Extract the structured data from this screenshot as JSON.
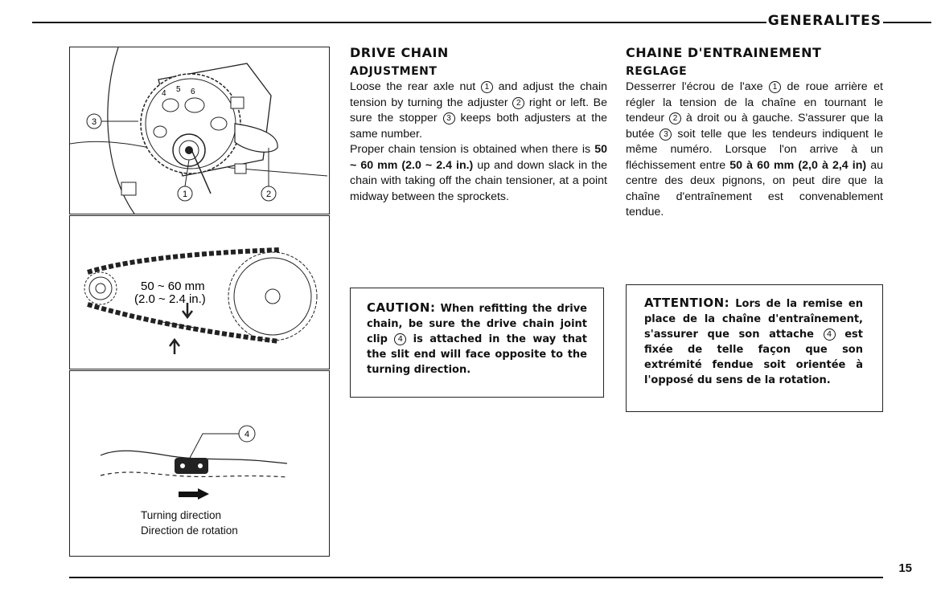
{
  "header": {
    "section": "GENERALITES"
  },
  "figures": {
    "adjuster": {
      "num1": "1",
      "num2": "2",
      "num3": "3",
      "scale": [
        "4",
        "5",
        "6"
      ]
    },
    "chain": {
      "slack_line1": "50 ~ 60 mm",
      "slack_line2": "(2.0 ~ 2.4 in.)"
    },
    "clip": {
      "num4": "4",
      "caption_en": "Turning direction",
      "caption_fr": "Direction de rotation"
    }
  },
  "english": {
    "title": "DRIVE CHAIN",
    "subtitle": "ADJUSTMENT",
    "p1_a": "Loose the rear axle nut ",
    "c1": "1",
    "p1_b": " and adjust the chain tension by turning the adjuster ",
    "c2": "2",
    "p1_c": " right or left. Be sure the stopper ",
    "c3": "3",
    "p1_d": " keeps both adjusters at the same number.",
    "p2_a": "Proper chain tension is obtained when there is ",
    "p2_b": "50 ~ 60 mm (2.0 ~ 2.4 in.)",
    "p2_c": " up and down slack in the chain with taking off the chain tensioner, at a point midway between the sprockets.",
    "caution_lead": "CAUTION:",
    "caution_a": " When refitting the drive chain, be sure the drive chain joint clip ",
    "c4": "4",
    "caution_b": " is attached in the way that the slit end will face opposite to the turning direction."
  },
  "french": {
    "title": "CHAINE D'ENTRAINEMENT",
    "subtitle": "REGLAGE",
    "p1_a": "Desserrer l'écrou de l'axe ",
    "c1": "1",
    "p1_b": " de roue arrière et régler la tension de la chaîne en tournant le tendeur ",
    "c2": "2",
    "p1_c": " à droit ou à gauche. S'assurer que la butée ",
    "c3": "3",
    "p1_d": " soit telle que les tendeurs indiquent le même numéro. Lorsque l'on arrive à un fléchissement entre ",
    "p1_e": "50 à 60 mm (2,0 à 2,4 in)",
    "p1_f": " au centre des deux pignons, on peut dire que la chaîne d'entraînement est convenablement tendue.",
    "att_lead": "ATTENTION:",
    "att_a": " Lors de la remise en place de la chaîne d'entraînement, s'assurer que son attache ",
    "c4": "4",
    "att_b": " est fixée de telle façon que son extrémité fendue soit orientée à l'opposé du sens de la rotation."
  },
  "footer": {
    "page": "15"
  }
}
